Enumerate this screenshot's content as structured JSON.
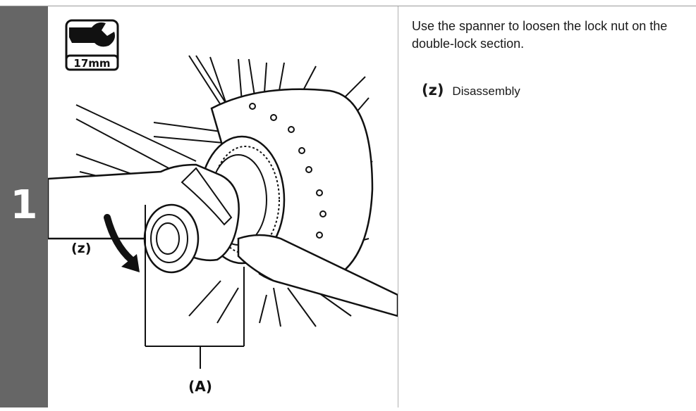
{
  "step": {
    "number": "1"
  },
  "tool": {
    "label": "17mm",
    "icon": "spanner-icon"
  },
  "illustration": {
    "rotation_label": "(z)",
    "part_label": "(A)"
  },
  "instruction": {
    "text": "Use the spanner to loosen the lock nut on the double-lock section."
  },
  "legend": [
    {
      "key": "(z)",
      "text": "Disassembly"
    }
  ],
  "colors": {
    "step_bar": "#666666",
    "rule": "#9a9a9a"
  }
}
